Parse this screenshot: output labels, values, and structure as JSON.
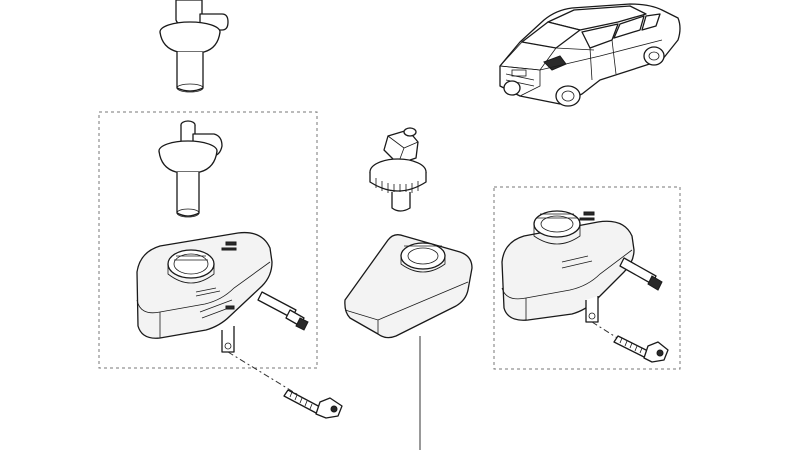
{
  "diagram": {
    "background": "#ffffff",
    "line_color": "#1a1a1a",
    "parts": [
      "vehicle-illustration",
      "level-sensor-top",
      "level-sensor",
      "reservoir-with-sensor",
      "reservoir-cap",
      "reservoir-center",
      "reservoir-right",
      "mounting-screw"
    ]
  }
}
